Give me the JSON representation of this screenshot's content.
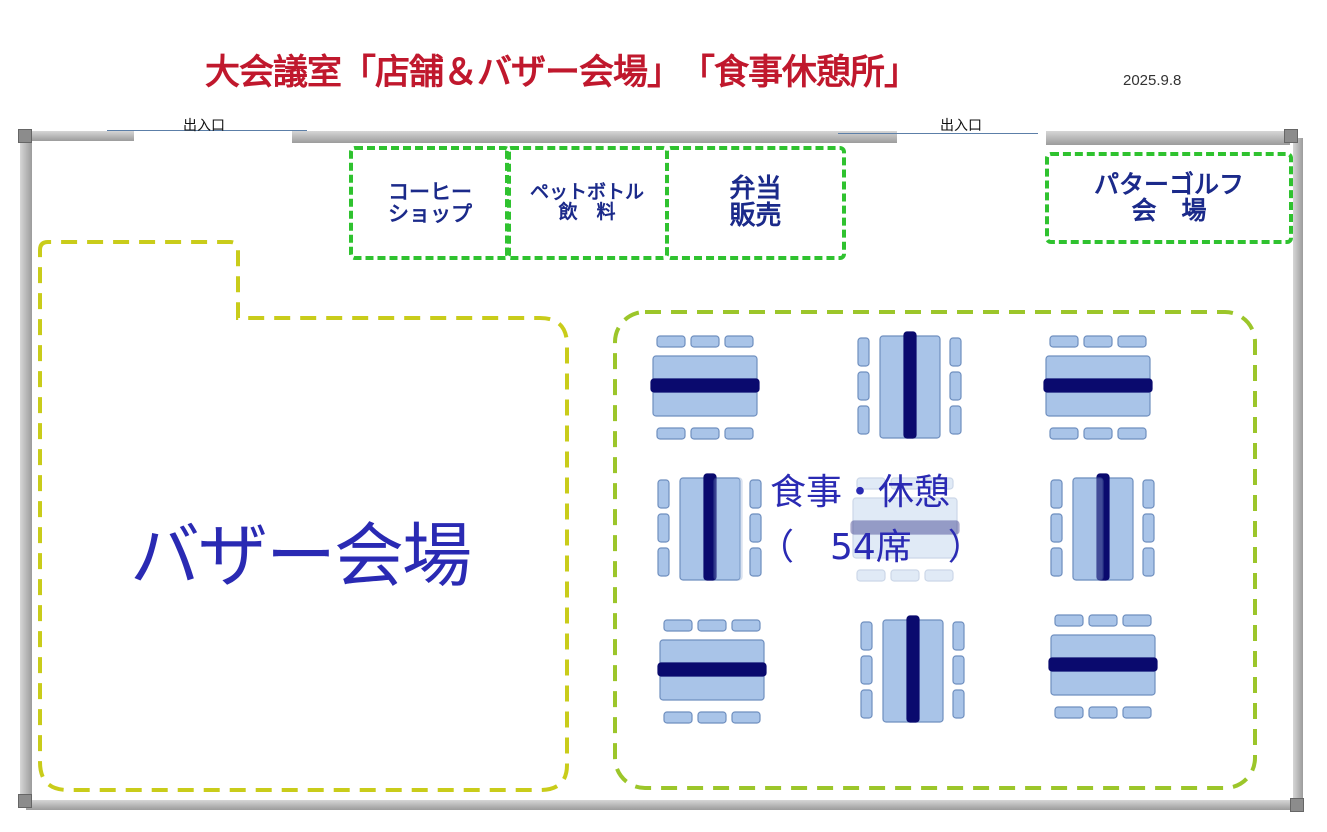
{
  "title": "大会議室「店舗＆バザー会場」　「食事休憩所」",
  "date": "2025.9.8",
  "entrances": [
    {
      "label": "出入口"
    },
    {
      "label": "出入口"
    }
  ],
  "stalls": {
    "coffee": "コーヒー\nショップ",
    "drinks": "ペットボトル\n飲　料",
    "bento": "弁当\n販売",
    "putter_golf": "パターゴルフ\n会　場"
  },
  "bazaar": {
    "label": "バザー会場"
  },
  "dining": {
    "label": "食事・休憩",
    "capacity": "（　54席　）"
  },
  "colors": {
    "title": "#c0182d",
    "stall_border": "#2fc22f",
    "bazaar_border": "#c9cc1a",
    "dining_border": "#9cc62a",
    "table_fill": "#a9c4e8",
    "table_bar": "#0a0a6e",
    "label_text": "#2a2ab3"
  },
  "tables": [
    {
      "orientation": "horizontal"
    },
    {
      "orientation": "vertical"
    },
    {
      "orientation": "horizontal"
    },
    {
      "orientation": "vertical"
    },
    {
      "orientation": "horizontal-faded"
    },
    {
      "orientation": "vertical"
    },
    {
      "orientation": "horizontal"
    },
    {
      "orientation": "vertical"
    },
    {
      "orientation": "horizontal"
    }
  ]
}
